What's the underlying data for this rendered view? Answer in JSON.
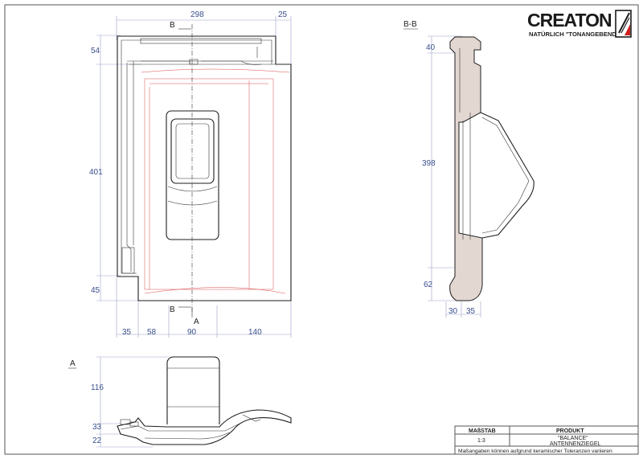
{
  "brand": {
    "name": "CREATON",
    "slogan": "NATÜRLICH \"TONANGEBEND\"",
    "logo_color": "#1a1a1a"
  },
  "views": {
    "section_bb_label": "B-B",
    "view_a_label": "A",
    "cut_marker": "B",
    "arrow_marker": "A"
  },
  "dimensions": {
    "top_width": "298",
    "top_overlap": "25",
    "left_top": "54",
    "left_height": "401",
    "left_bottom": "45",
    "bottom_1": "35",
    "bottom_2": "58",
    "bottom_3": "90",
    "bottom_4": "140",
    "bb_top": "40",
    "bb_height": "398",
    "bb_bottom": "62",
    "bb_w1": "30",
    "bb_w2": "35",
    "a_height": "116",
    "a_mid": "33",
    "a_low": "22"
  },
  "title_block": {
    "scale_label": "MAßSTAB",
    "product_label": "PRODUKT",
    "scale_value": "1:3",
    "product_name": "\"BALANCE\"",
    "product_type": "ANTENNENZIEGEL",
    "disclaimer": "Maßangaben können aufgrund keramischer Toleranzen variieren"
  }
}
